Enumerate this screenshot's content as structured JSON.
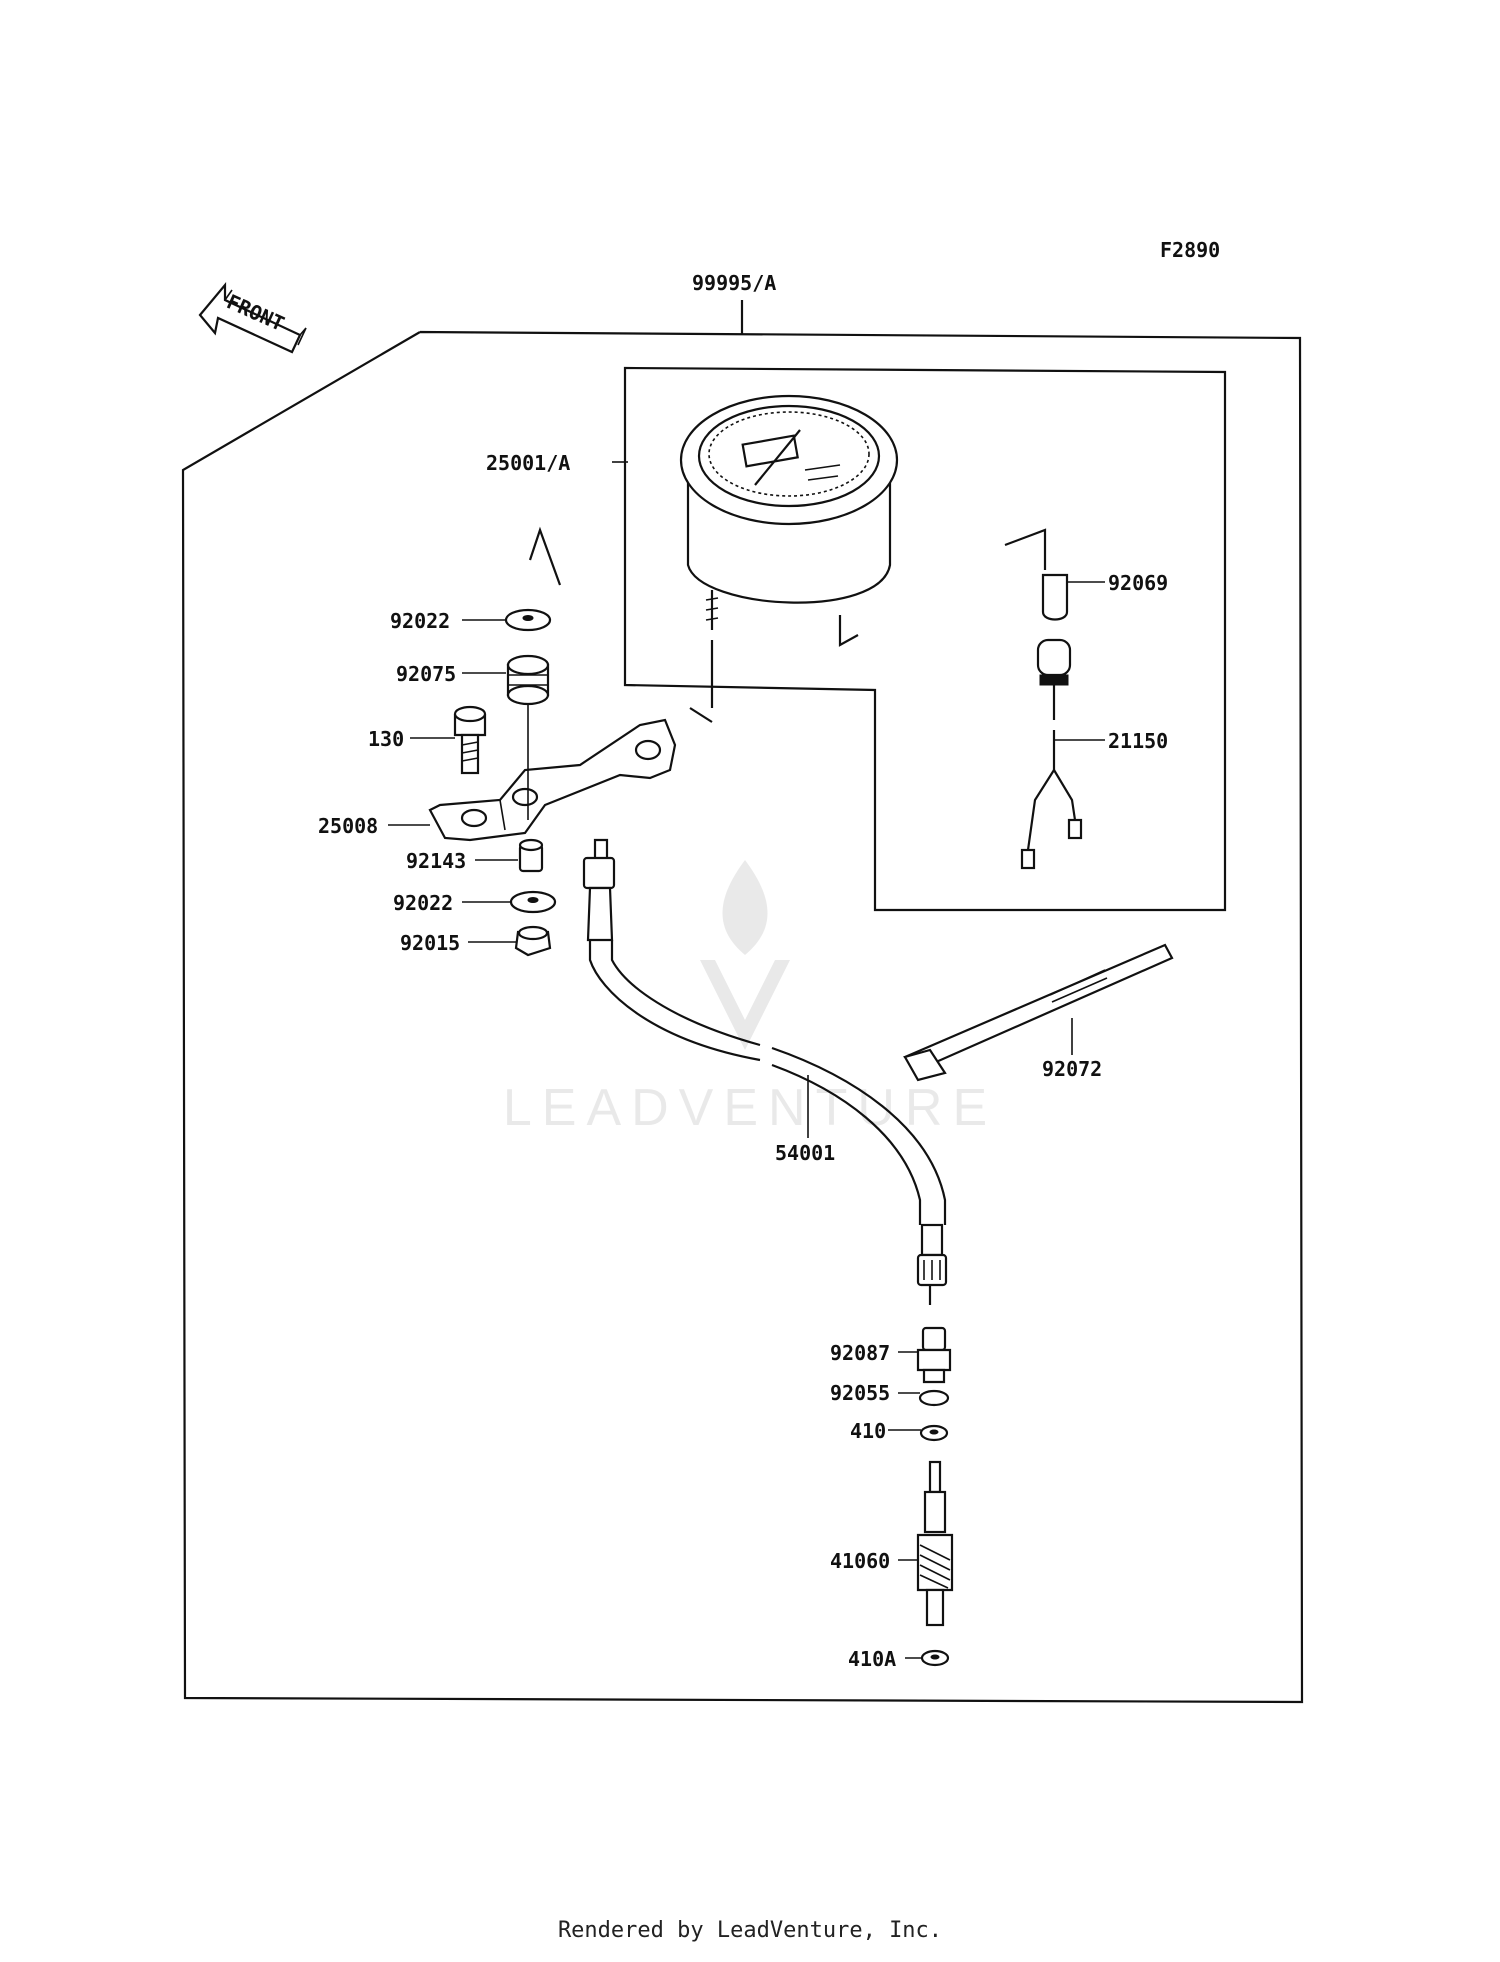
{
  "diagram_id": "F2890",
  "front_label": "FRONT",
  "parts": [
    {
      "key": "p99995A",
      "label": "99995/A"
    },
    {
      "key": "p25001A",
      "label": "25001/A"
    },
    {
      "key": "p92069",
      "label": "92069"
    },
    {
      "key": "p92022a",
      "label": "92022"
    },
    {
      "key": "p92075",
      "label": "92075"
    },
    {
      "key": "p130",
      "label": "130"
    },
    {
      "key": "p21150",
      "label": "21150"
    },
    {
      "key": "p25008",
      "label": "25008"
    },
    {
      "key": "p92143",
      "label": "92143"
    },
    {
      "key": "p92022b",
      "label": "92022"
    },
    {
      "key": "p92015",
      "label": "92015"
    },
    {
      "key": "p92072",
      "label": "92072"
    },
    {
      "key": "p54001",
      "label": "54001"
    },
    {
      "key": "p92087",
      "label": "92087"
    },
    {
      "key": "p92055",
      "label": "92055"
    },
    {
      "key": "p410",
      "label": "410"
    },
    {
      "key": "p41060",
      "label": "41060"
    },
    {
      "key": "p410A",
      "label": "410A"
    }
  ],
  "watermark": "LEADVENTURE",
  "footer": "Rendered by LeadVenture, Inc."
}
